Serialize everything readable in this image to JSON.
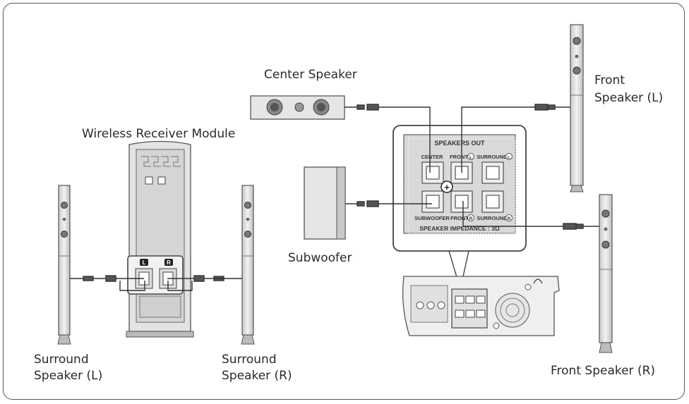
{
  "labels": {
    "center_speaker": "Center Speaker",
    "front_speaker_l_line1": "Front",
    "front_speaker_l_line2": "Speaker (L)",
    "wireless_receiver_module": "Wireless Receiver Module",
    "subwoofer": "Subwoofer",
    "surround_l_line1": "Surround",
    "surround_l_line2": "Speaker (L)",
    "surround_r_line1": "Surround",
    "surround_r_line2": "Speaker (R)",
    "front_speaker_r": "Front Speaker (R)"
  },
  "panel": {
    "title": "SPEAKERS OUT",
    "impedance": "SPEAKER IMPEDANCE : 3Ω",
    "center": "CENTER",
    "front": "FRONT",
    "surround": "SURROUND",
    "subwoofer": "SUBWOOFER",
    "badge_l": "L",
    "badge_r": "R",
    "plus": "+"
  },
  "receiver": {
    "badge_l": "L",
    "badge_r": "R"
  },
  "colors": {
    "outline": "#555555",
    "panel_fill": "#d9d9d9",
    "device_fill": "#e8e8e8",
    "text": "#2a2a2a"
  }
}
